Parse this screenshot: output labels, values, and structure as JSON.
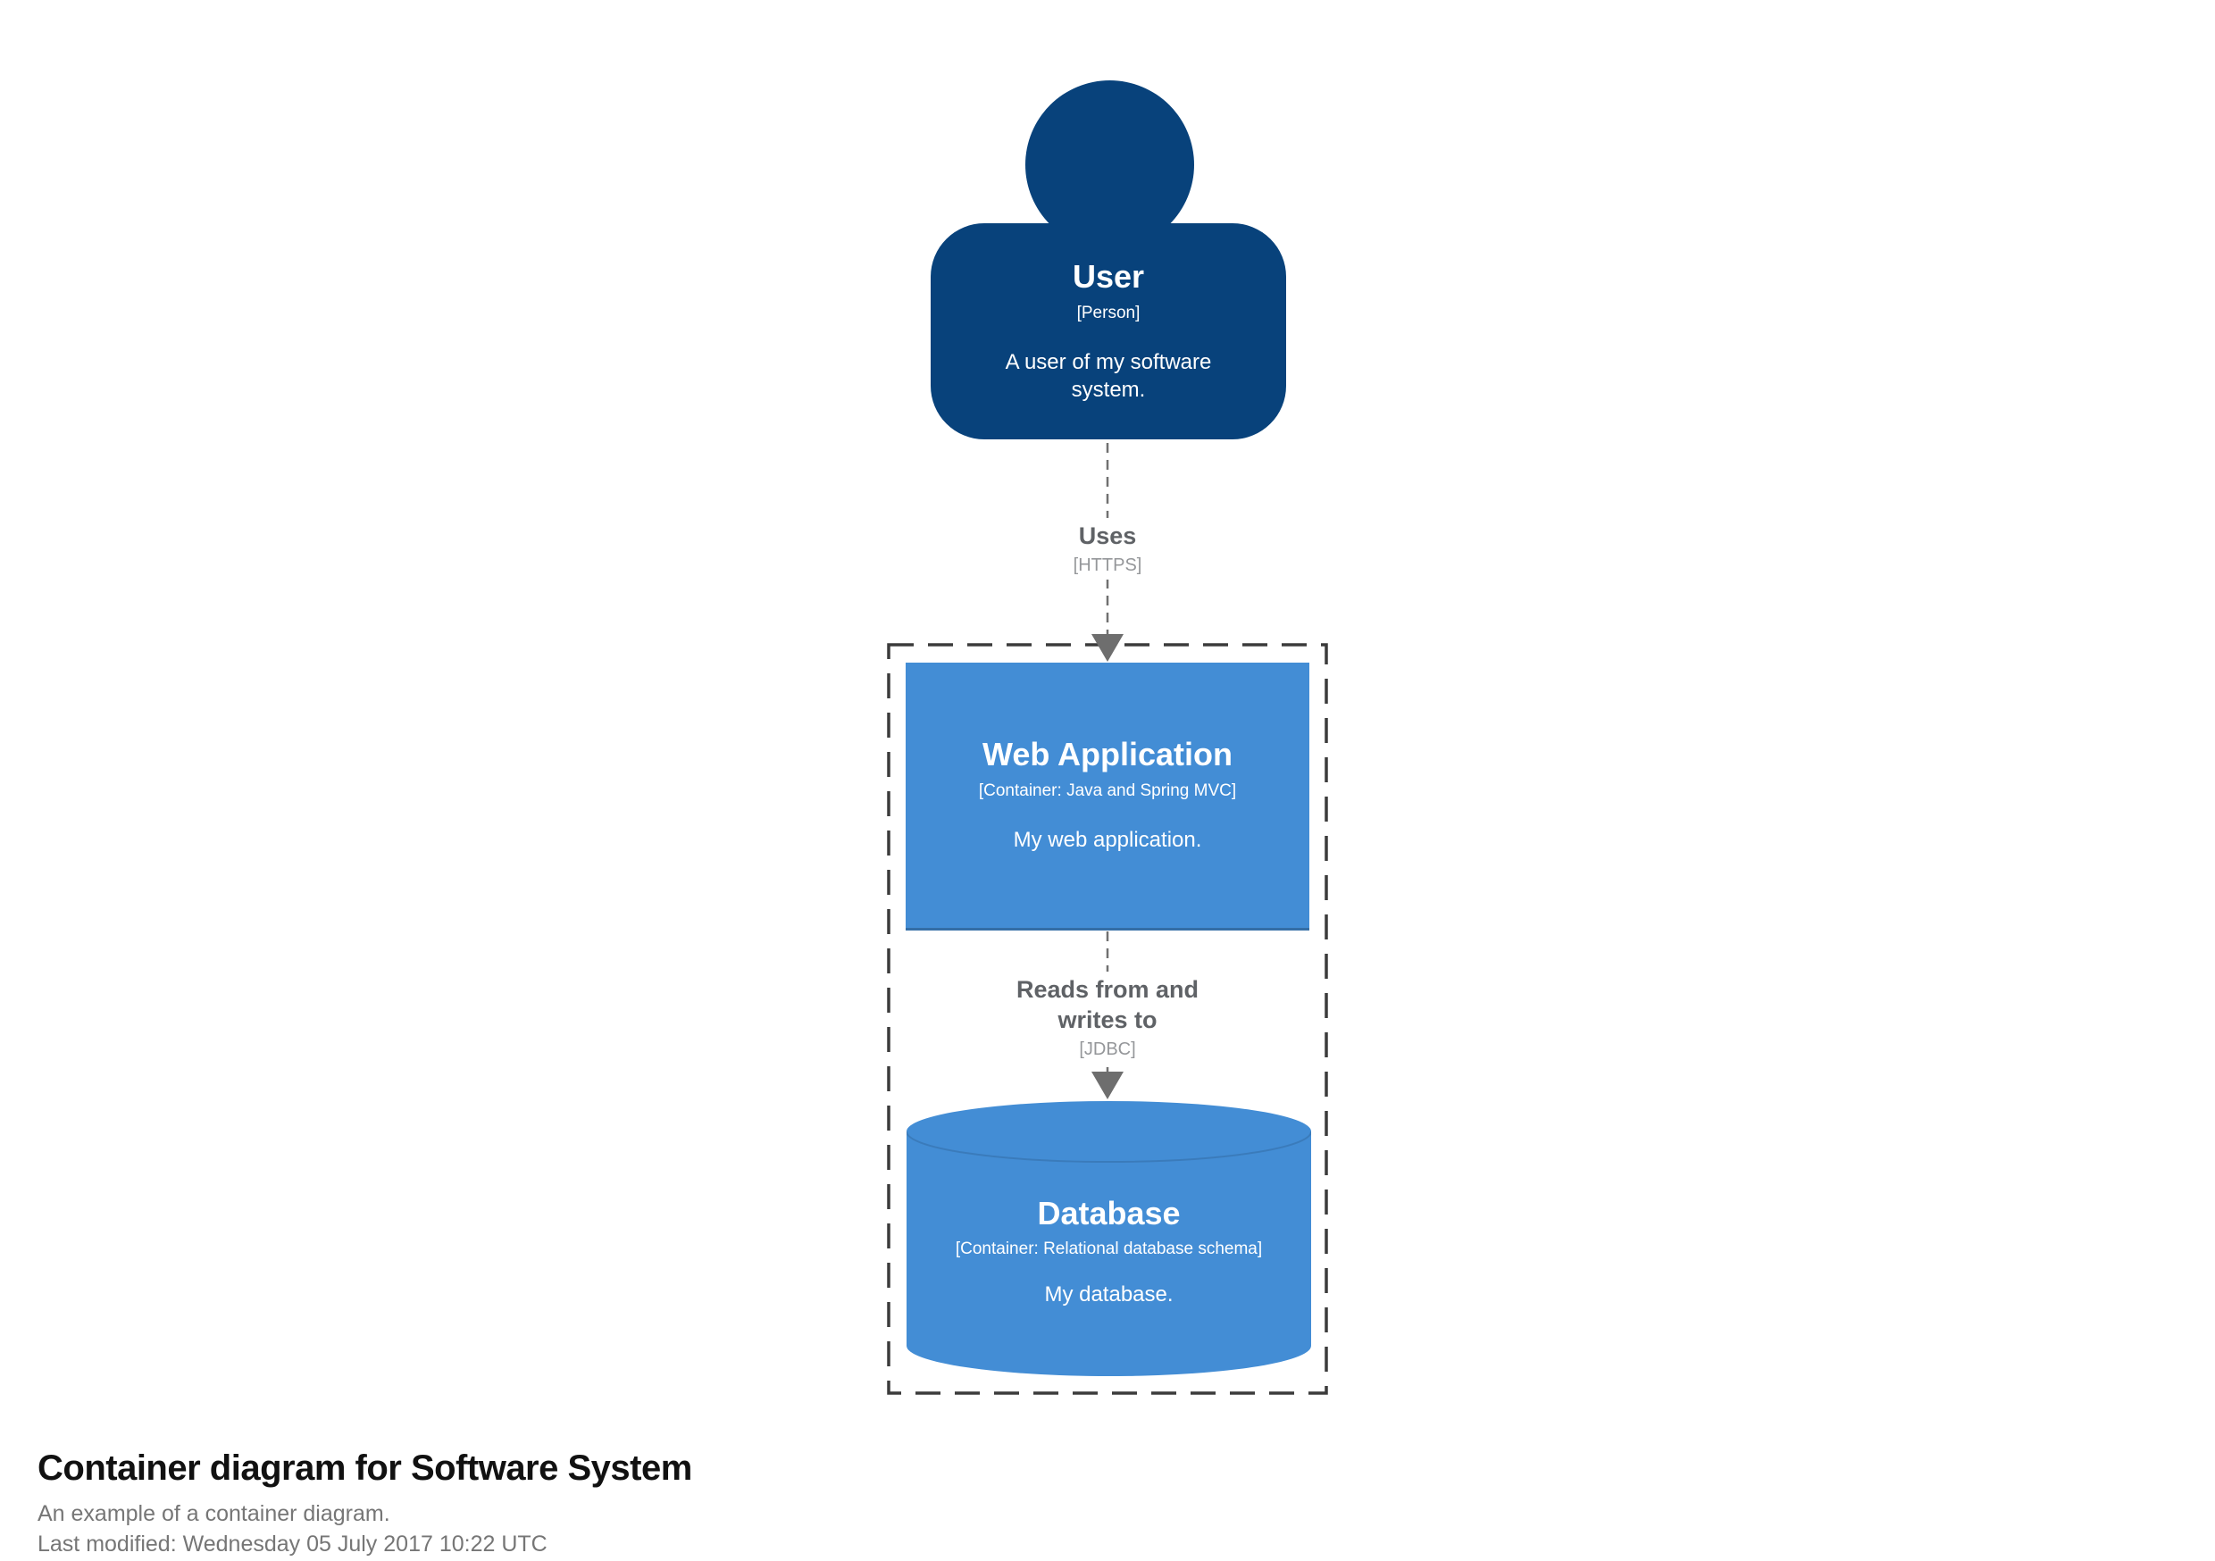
{
  "person": {
    "name": "User",
    "type": "[Person]",
    "description": "A user of my software system."
  },
  "containers": {
    "web_app": {
      "name": "Web Application",
      "type": "[Container: Java and Spring MVC]",
      "description": "My web application."
    },
    "database": {
      "name": "Database",
      "type": "[Container: Relational database schema]",
      "description": "My database."
    }
  },
  "relationships": {
    "uses": {
      "label": "Uses",
      "technology": "[HTTPS]"
    },
    "reads_writes": {
      "label": "Reads from and writes to",
      "technology": "[JDBC]"
    }
  },
  "footer": {
    "title": "Container diagram for Software System",
    "subtitle": "An example of a container diagram.",
    "last_modified": "Last modified: Wednesday 05 July 2017 10:22 UTC"
  },
  "colors": {
    "person_fill": "#08427b",
    "container_fill": "#438dd5",
    "boundary_stroke": "#3b3b3b",
    "arrow_gray": "#707070",
    "relationship_label": "#5f6266",
    "relationship_technology": "#95979a"
  }
}
